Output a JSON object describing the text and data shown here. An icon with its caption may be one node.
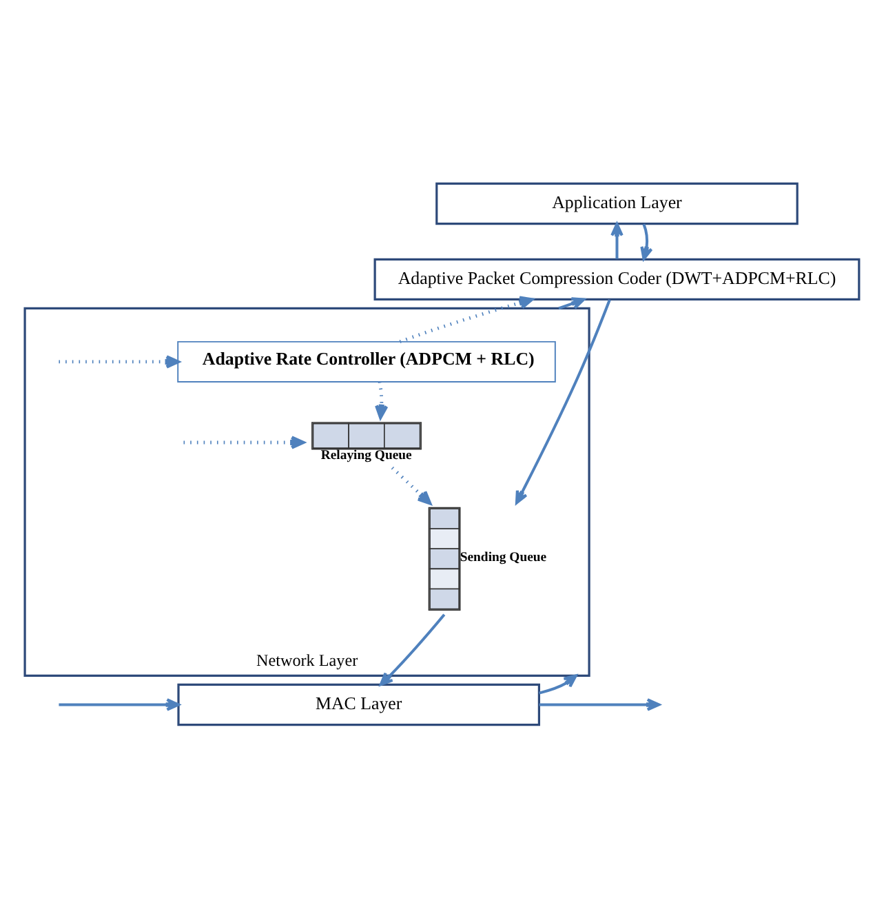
{
  "diagram": {
    "nodes": [
      {
        "text": [
          "Application Layer"
        ]
      },
      {
        "text": [
          "Adaptive Packet Compression Coder (DWT+ADPCM+RLC)"
        ]
      },
      {
        "text": [
          "Network Layer"
        ]
      },
      {
        "text": [
          "Adaptive Rate Controller (ADPCM + RLC)"
        ],
        "in": 2
      },
      {
        "text": [
          "Relaying Queue"
        ],
        "in": 2
      },
      {
        "text": [
          "Sending Queue"
        ],
        "in": 2
      },
      {
        "text": [
          "MAC Layer"
        ]
      }
    ],
    "edges": [
      {
        "from": 1,
        "to": 0,
        "arrow": "to"
      },
      {
        "from": 0,
        "to": 1,
        "arrow": "to"
      },
      {
        "from": 3,
        "to": 1,
        "arrow": "to",
        "style": "dashed"
      },
      {
        "from": 2,
        "to": 1,
        "arrow": "to"
      },
      {
        "from": 1,
        "to": 5,
        "arrow": "to"
      },
      {
        "from": null,
        "to": 3,
        "arrow": "to",
        "style": "dashed"
      },
      {
        "from": null,
        "to": 4,
        "arrow": "to",
        "style": "dashed"
      },
      {
        "from": 3,
        "to": 4,
        "arrow": "to",
        "style": "dashed"
      },
      {
        "from": 4,
        "to": 5,
        "arrow": "to",
        "style": "dashed"
      },
      {
        "from": 6,
        "to": 2,
        "arrow": "to"
      },
      {
        "from": 5,
        "to": 6,
        "arrow": "to"
      },
      {
        "from": 6,
        "to": null,
        "arrow": "to"
      },
      {
        "from": null,
        "to": 6,
        "arrow": "to"
      }
    ]
  }
}
